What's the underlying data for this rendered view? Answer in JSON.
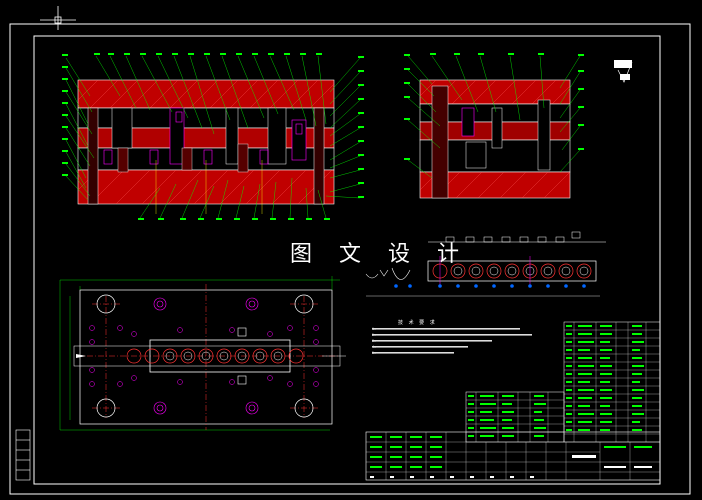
{
  "watermark": "图 文 设 计",
  "tech_requirements": {
    "title": "技 术 要 求",
    "items": [
      "1.",
      "2.",
      "3.",
      "4.",
      "5."
    ]
  },
  "colors": {
    "background": "#000000",
    "frame": "#ffffff",
    "section_fill": "#ff0000",
    "line": "#00ff00",
    "bolt": "#ff00ff",
    "hole": "#0066ff",
    "centerline": "#ff3333",
    "part_outline": "#ffffff",
    "table_text": "#00ff00",
    "yellow_line": "#ffff00"
  },
  "views": {
    "front_section": "front-section-view",
    "side_section": "side-section-view",
    "plan": "die-plan-view",
    "strip": "strip-layout"
  }
}
